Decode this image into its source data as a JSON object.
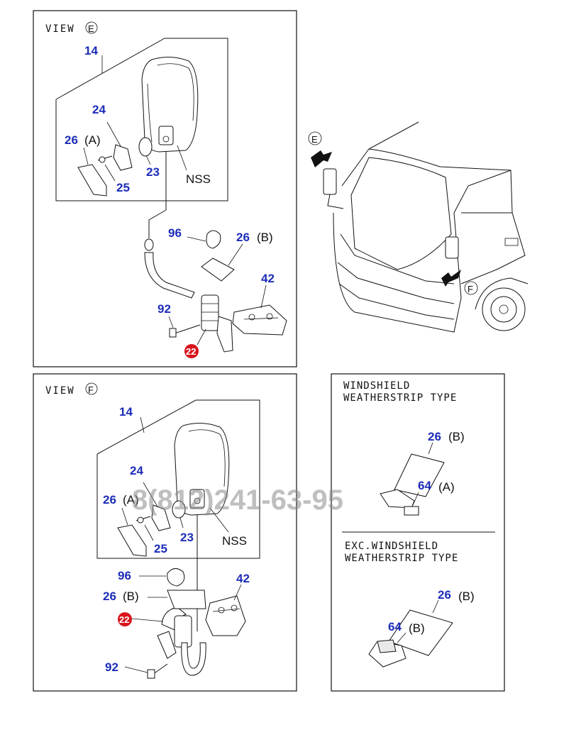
{
  "views": {
    "e": {
      "title": "VIEW",
      "circle": "E",
      "parts": {
        "p14": "14",
        "p24": "24",
        "p26a": "26",
        "p26a_suffix": "(A)",
        "p25": "25",
        "p23": "23",
        "nss": "NSS",
        "p96": "96",
        "p26b": "26",
        "p26b_suffix": "(B)",
        "p42": "42",
        "p92": "92",
        "p22": "22"
      }
    },
    "f": {
      "title": "VIEW",
      "circle": "F",
      "parts": {
        "p14": "14",
        "p24": "24",
        "p26a": "26",
        "p26a_suffix": "(A)",
        "p25": "25",
        "p23": "23",
        "nss": "NSS",
        "p96": "96",
        "p26b": "26",
        "p26b_suffix": "(B)",
        "p42": "42",
        "p92": "92",
        "p22": "22"
      }
    }
  },
  "truck": {
    "arrow_e": "E",
    "arrow_f": "F"
  },
  "windshield": {
    "line1": "WINDSHIELD",
    "line2": "WEATHERSTRIP TYPE",
    "p26": "26",
    "p26_suffix": "(B)",
    "p64": "64",
    "p64_suffix": "(A)"
  },
  "exc_windshield": {
    "line1": "EXC.WINDSHIELD",
    "line2": "WEATHERSTRIP TYPE",
    "p26": "26",
    "p26_suffix": "(B)",
    "p64": "64",
    "p64_suffix": "(B)"
  },
  "watermark": "8(812)241-63-95",
  "colors": {
    "part_number": "#1c2db8",
    "badge": "#d8141c",
    "line": "#111111"
  }
}
